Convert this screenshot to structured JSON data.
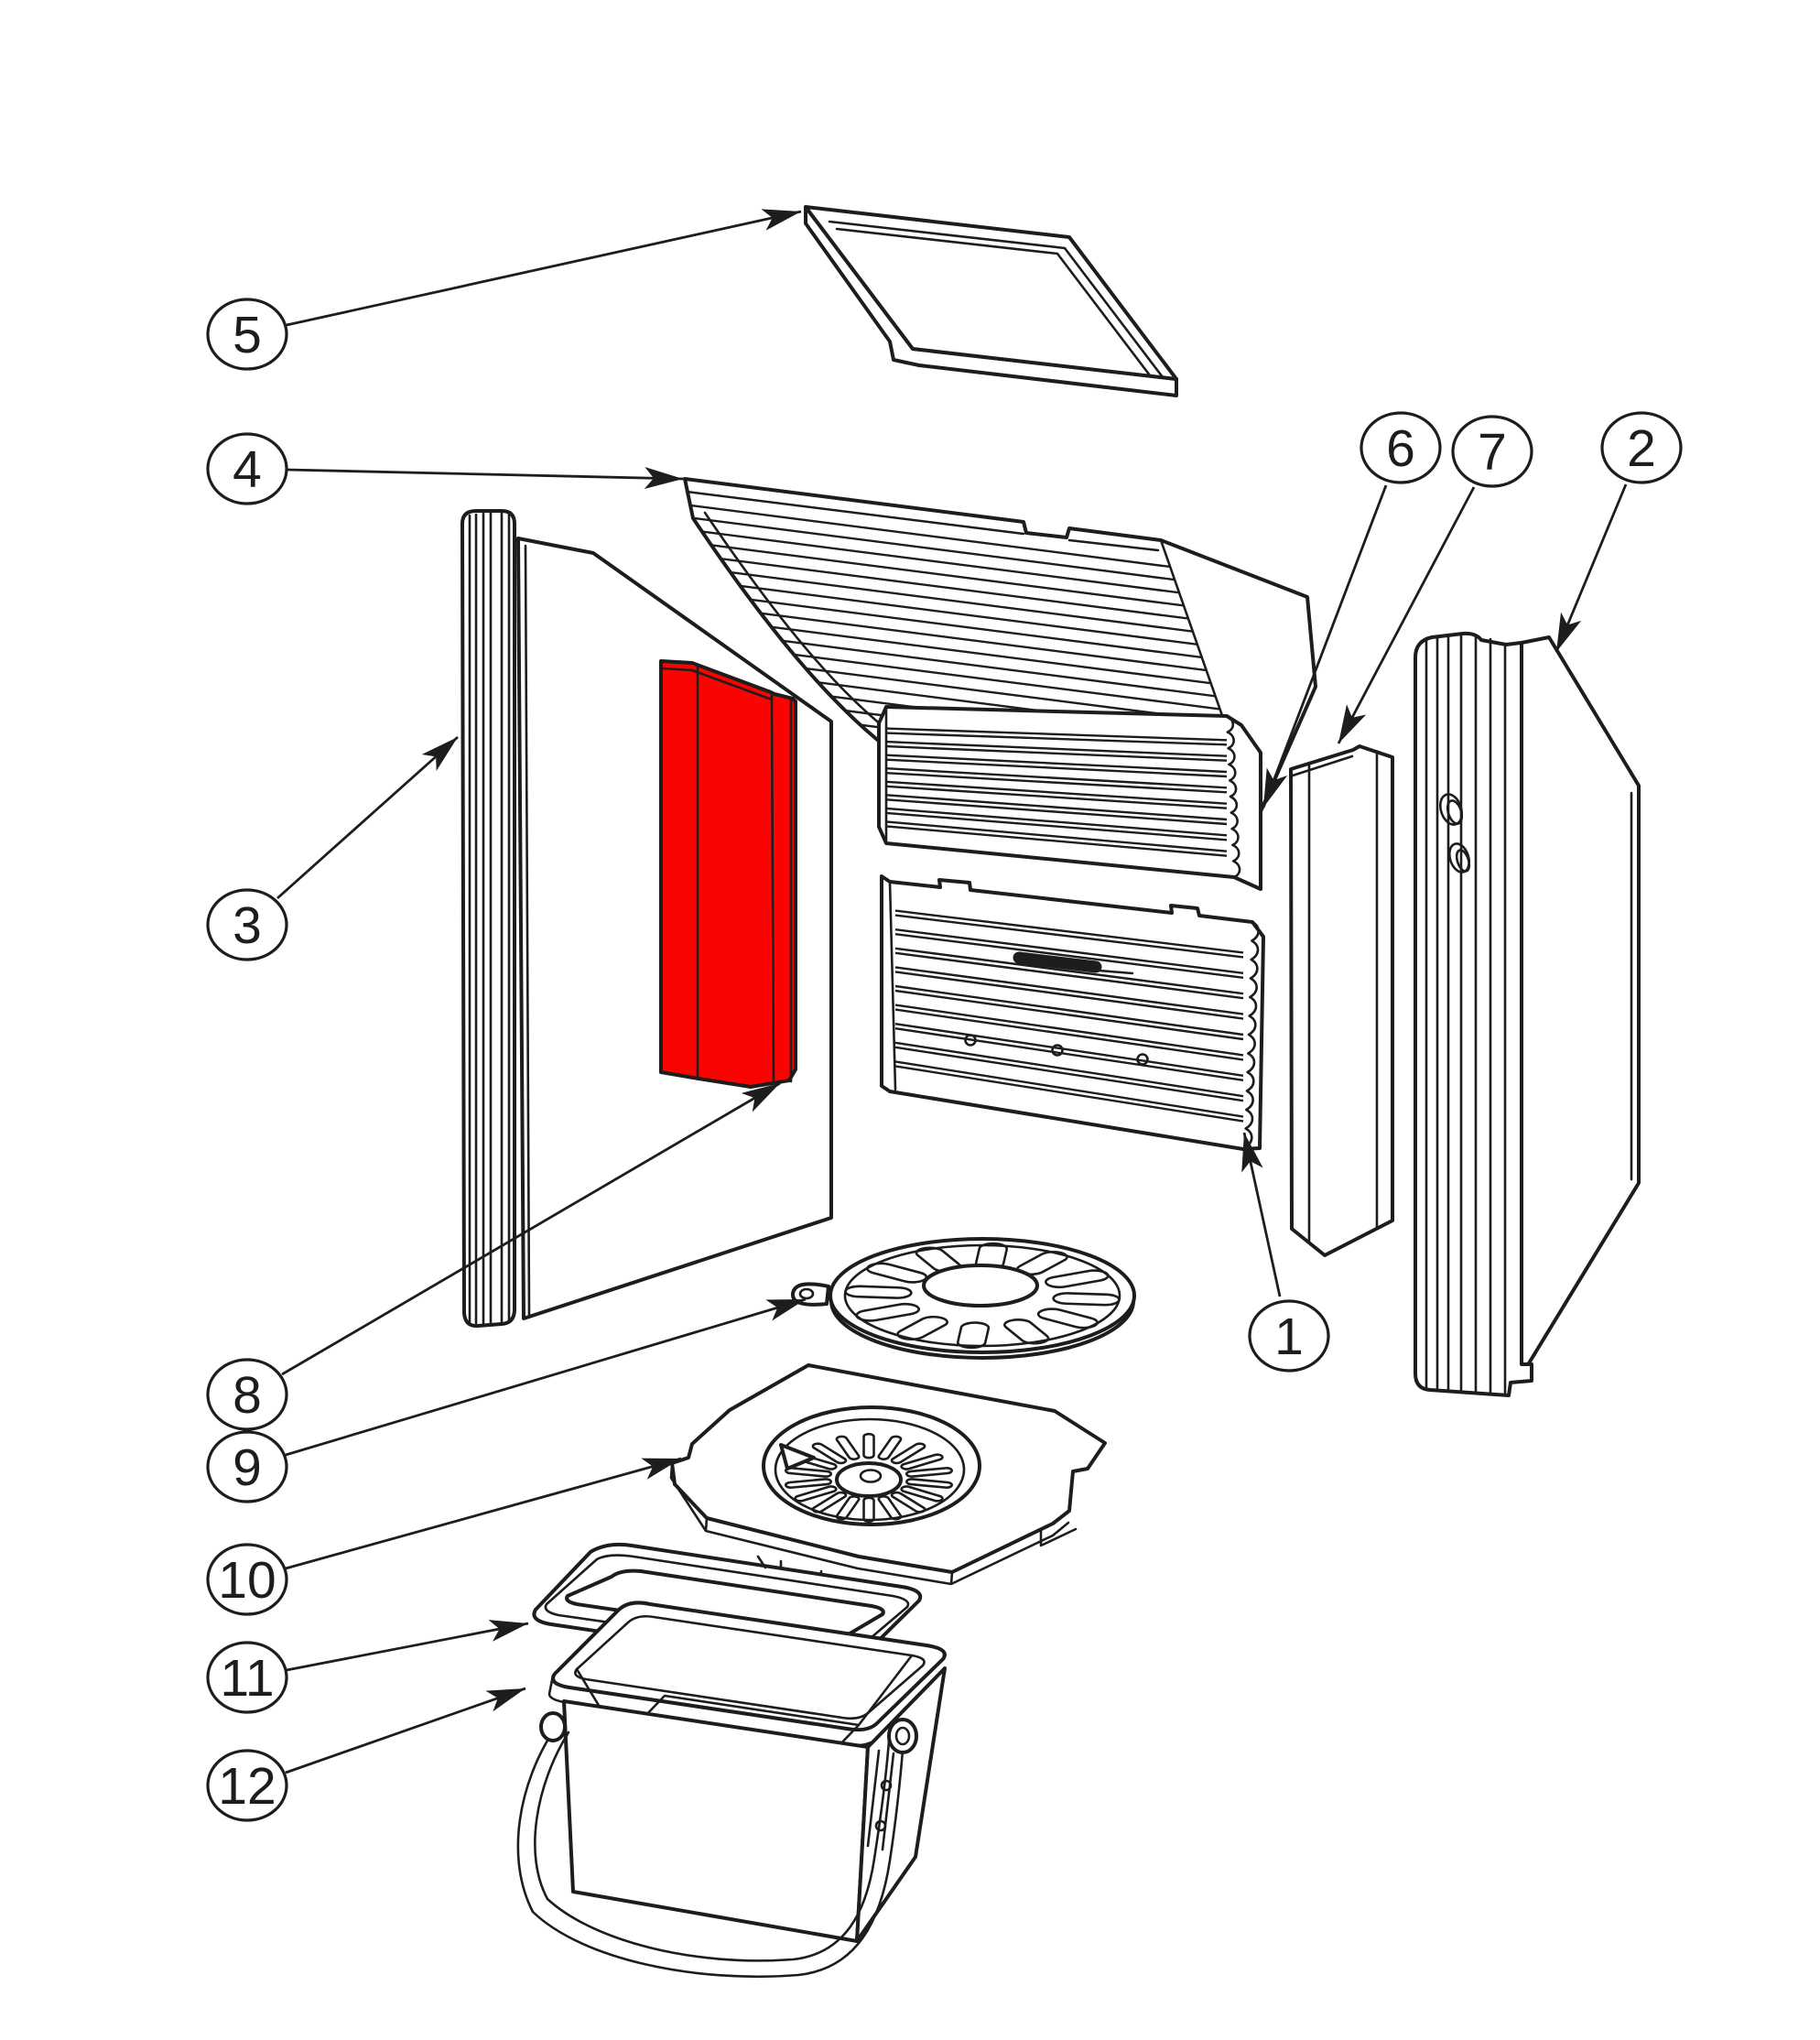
{
  "diagram": {
    "kind": "exploded-parts-diagram",
    "subject": "stove-assembly",
    "background_color": "#ffffff",
    "line_color": "#1d1d1b",
    "highlight_color": "#f90400",
    "highlighted_callout": "8"
  },
  "callouts": [
    {
      "label": "1"
    },
    {
      "label": "2"
    },
    {
      "label": "3"
    },
    {
      "label": "4"
    },
    {
      "label": "5"
    },
    {
      "label": "6"
    },
    {
      "label": "7"
    },
    {
      "label": "8"
    },
    {
      "label": "9"
    },
    {
      "label": "10"
    },
    {
      "label": "11"
    },
    {
      "label": "12"
    }
  ]
}
